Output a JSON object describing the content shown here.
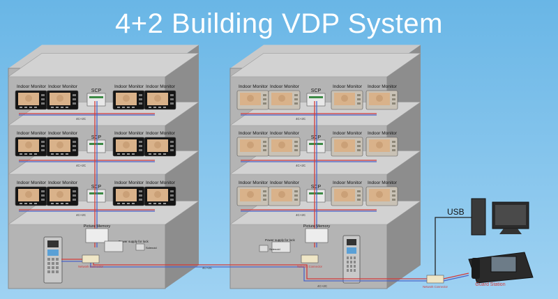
{
  "title": "4+2 Building VDP System",
  "labels": {
    "indoor_monitor": "Indoor Monitor",
    "scp": "SCP",
    "picture_memory": "Picture Memory",
    "power_supply_for_lock": "Power supply for lock",
    "bus": "4C+2C",
    "usb": "USB",
    "guard_station": "Guard Station",
    "network_connector": "Network Connector",
    "solenoid": "Solenoid"
  },
  "colors": {
    "sky": "#7cc2ea",
    "wall": "#b8b8b8",
    "wire_red": "#d23a3a",
    "wire_blue": "#4a63c8",
    "monitor_black": "#151515",
    "monitor_silver": "#c9c2b6"
  },
  "icons": {
    "indoor_monitor": "indoor-monitor-icon",
    "door_station": "door-station-icon",
    "pc": "pc-icon",
    "guard_station": "guard-station-icon"
  },
  "buildings": [
    {
      "name": "building-1",
      "monitor_style": "black",
      "floors": 3,
      "monitors_per_floor": 4
    },
    {
      "name": "building-2",
      "monitor_style": "silver",
      "floors": 3,
      "monitors_per_floor": 4
    }
  ]
}
